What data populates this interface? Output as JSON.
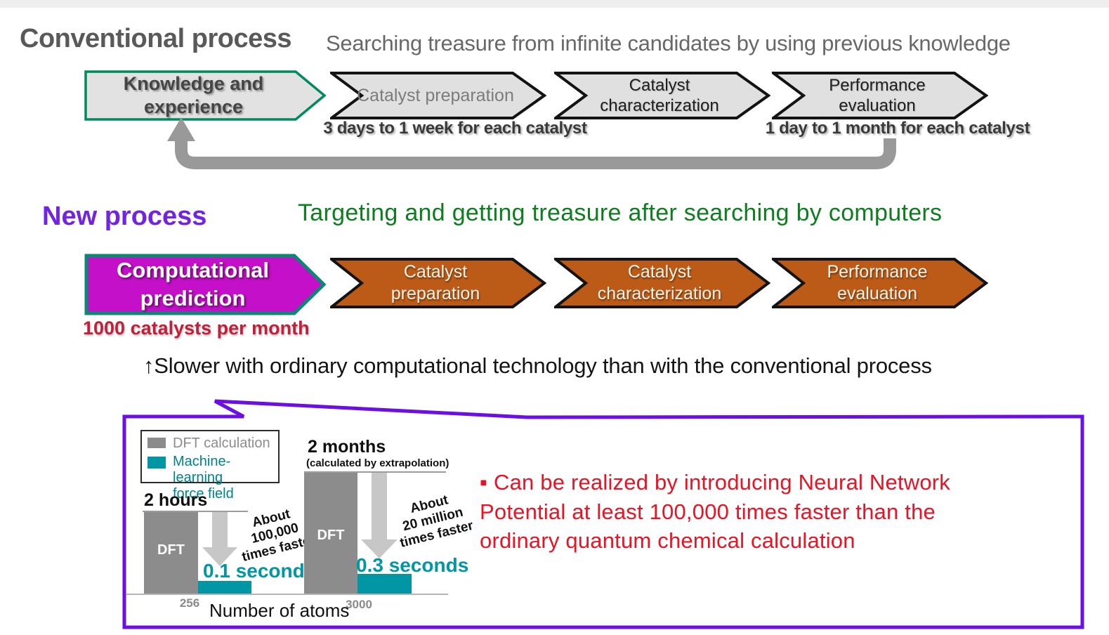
{
  "conventional": {
    "title": "Conventional process",
    "subtitle": "Searching treasure from infinite candidates by using previous knowledge",
    "start_step": "Knowledge and\nexperience",
    "steps": [
      "Catalyst preparation",
      "Catalyst\ncharacterization",
      "Performance\nevaluation"
    ],
    "prep_time": "3 days to 1 week for each catalyst",
    "eval_time": "1 day to 1 month for each catalyst"
  },
  "new_process": {
    "title": "New process",
    "subtitle": "Targeting and getting treasure after searching by computers",
    "start_step": "Computational\nprediction",
    "steps": [
      "Catalyst\npreparation",
      "Catalyst\ncharacterization",
      "Performance\nevaluation"
    ],
    "throughput": "1000 catalysts per month",
    "drawback_note": "↑Slower with ordinary computational technology than with the conventional process"
  },
  "callout": {
    "legend": {
      "dft": "DFT calculation",
      "ml": "Machine-learning\nforce field"
    },
    "group1": {
      "time_label": "2 hours",
      "bar_label": "DFT",
      "speedup": "About\n100,000\ntimes faster",
      "ml_time": "0.1 seconds",
      "atoms": "256"
    },
    "group2": {
      "time_label": "2 months",
      "time_sub": "(calculated by extrapolation)",
      "bar_label": "DFT",
      "speedup": "About\n20 million\ntimes faster",
      "ml_time": "0.3 seconds",
      "atoms": "3000"
    },
    "xlabel": "Number of atoms",
    "note": "▪ Can be realized by introducing Neural Network\nPotential at least 100,000 times faster than the\nordinary quantum chemical calculation"
  },
  "chart_data": {
    "type": "bar",
    "title": "",
    "xlabel": "Number of atoms",
    "categories": [
      256,
      3000
    ],
    "series": [
      {
        "name": "DFT calculation",
        "labels": [
          "2 hours",
          "2 months (calculated by extrapolation)"
        ],
        "values_seconds": [
          7200,
          5184000
        ],
        "color": "#8c8c8c"
      },
      {
        "name": "Machine-learning force field",
        "labels": [
          "0.1 seconds",
          "0.3 seconds"
        ],
        "values_seconds": [
          0.1,
          0.3
        ],
        "color": "#0096a4"
      }
    ],
    "annotations": [
      "About 100,000 times faster",
      "About 20 million times faster"
    ],
    "legend_position": "upper left",
    "grid": false
  },
  "colors": {
    "conv_title_gray": "#595959",
    "knowledge_border_green": "#008a5e",
    "step_fill_gray": "#e0e0e0",
    "new_title_purple": "#7224e0",
    "new_subtitle_green": "#0d7d1f",
    "prediction_fill_magenta": "#c410c8",
    "prediction_border_teal": "#0e8676",
    "step_fill_orange": "#bc5b17",
    "throughput_crimson": "#c21f3a",
    "callout_border_purple": "#6b10e0",
    "bar_gray": "#8c8c8c",
    "bar_teal": "#0096a4",
    "note_red": "#ea1323",
    "loop_arrow_gray": "#999999"
  }
}
